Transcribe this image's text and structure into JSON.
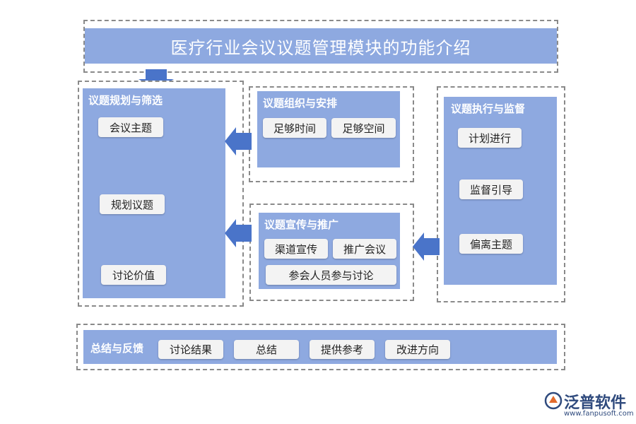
{
  "title": "医疗行业会议议题管理模块的功能介绍",
  "planning": {
    "title": "议题规划与筛选",
    "items": [
      "会议主题",
      "规划议题",
      "讨论价值"
    ]
  },
  "organize": {
    "title": "议题组织与安排",
    "items": [
      "足够时间",
      "足够空间"
    ]
  },
  "promote": {
    "title": "议题宣传与推广",
    "items": [
      "渠道宣传",
      "推广会议",
      "参会人员参与讨论"
    ]
  },
  "execute": {
    "title": "议题执行与监督",
    "items": [
      "计划进行",
      "监督引导",
      "偏离主题"
    ]
  },
  "summary": {
    "title": "总结与反馈",
    "items": [
      "讨论结果",
      "总结",
      "提供参考",
      "改进方向"
    ]
  },
  "logo": {
    "name": "泛普软件",
    "url": "www.fanpusoft.com"
  },
  "colors": {
    "panel": "#8ea9e0",
    "arrow": "#4a74c9",
    "chip": "#f3f3f3",
    "dash": "#8a8a8a"
  }
}
